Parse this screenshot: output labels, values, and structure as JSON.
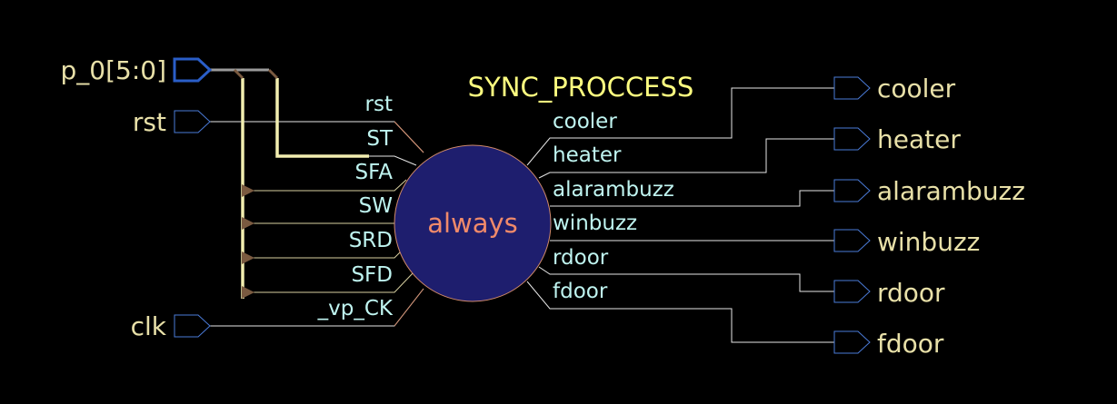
{
  "block": {
    "title": "SYNC_PROCCESS",
    "label": "always"
  },
  "inputs": [
    {
      "id": "p0",
      "label": "p_0[5:0]",
      "bus": true
    },
    {
      "id": "rst",
      "label": "rst",
      "bus": false
    },
    {
      "id": "clk",
      "label": "clk",
      "bus": false
    }
  ],
  "left_pins": [
    "rst",
    "ST",
    "SFA",
    "SW",
    "SRD",
    "SFD",
    "_vp_CK"
  ],
  "right_pins": [
    "cooler",
    "heater",
    "alarambuzz",
    "winbuzz",
    "rdoor",
    "fdoor"
  ],
  "outputs": [
    "cooler",
    "heater",
    "alarambuzz",
    "winbuzz",
    "rdoor",
    "fdoor"
  ],
  "colors": {
    "background": "#000000",
    "port_text": "#e8e0a8",
    "pin_text": "#bff4f0",
    "title_text": "#ffff80",
    "block_fill": "#1e1e6e",
    "block_label": "#f08a6a",
    "block_outline": "#d08a6a",
    "wire": "#e6e6e6",
    "bus": "#f2eeb0",
    "port_outline": "#4a7bd8",
    "bus_port_outline": "#2a5ec8",
    "bus_tap": "#7a5a40"
  }
}
